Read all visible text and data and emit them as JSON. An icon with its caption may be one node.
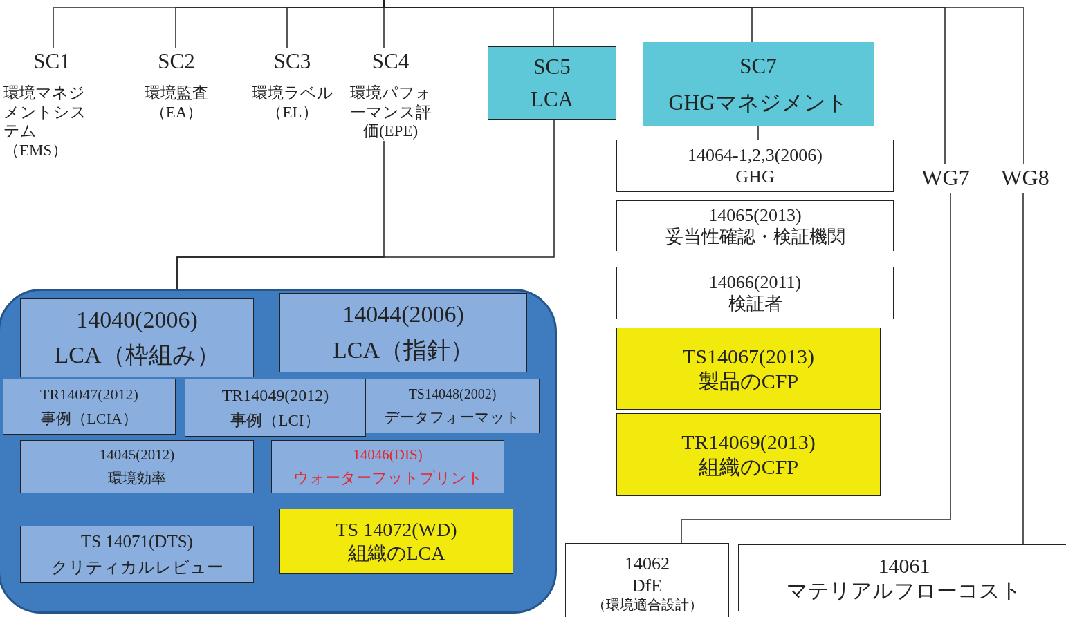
{
  "diagram": {
    "nodes": [
      {
        "text": [
          "SC1",
          "環境マネジメントシステム（EMS）"
        ]
      },
      {
        "text": [
          "SC2",
          "環境監査（EA）"
        ]
      },
      {
        "text": [
          "SC3",
          "環境ラベル（EL）"
        ]
      },
      {
        "text": [
          "SC4",
          "環境パフォーマンス評価(EPE)"
        ]
      },
      {
        "text": [
          "SC5",
          "LCA"
        ]
      },
      {
        "text": [
          "SC7",
          "GHGマネジメント"
        ]
      },
      {
        "text": [
          "WG7"
        ]
      },
      {
        "text": [
          "WG8"
        ]
      },
      {
        "text": [
          "14064-1,2,3(2006)",
          "GHG"
        ]
      },
      {
        "text": [
          "14065(2013)",
          "妥当性確認・検証機関"
        ]
      },
      {
        "text": [
          "14066(2011)",
          "検証者"
        ]
      },
      {
        "text": [
          "TS14067(2013)",
          "製品のCFP"
        ]
      },
      {
        "text": [
          "TR14069(2013)",
          "組織のCFP"
        ]
      },
      {
        "text": [],
        "shape": "box"
      },
      {
        "text": [
          "14040(2006)",
          "LCA（枠組み）"
        ],
        "in": 13
      },
      {
        "text": [
          "14044(2006)",
          "LCA（指針）"
        ],
        "in": 13
      },
      {
        "text": [
          "TR14047(2012)",
          "事例（LCIA）"
        ],
        "in": 13
      },
      {
        "text": [
          "TR14049(2012)",
          "事例（LCI）"
        ],
        "in": 13
      },
      {
        "text": [
          "TS14048(2002)",
          "データフォーマット"
        ],
        "in": 13
      },
      {
        "text": [
          "14045(2012)",
          "環境効率"
        ],
        "in": 13
      },
      {
        "text": [
          "14046(DIS)",
          "ウォーターフットプリント"
        ],
        "in": 13
      },
      {
        "text": [
          "TS 14071(DTS)",
          "クリティカルレビュー"
        ],
        "in": 13
      },
      {
        "text": [
          "TS 14072(WD)",
          "組織のLCA"
        ],
        "in": 13
      },
      {
        "text": [
          "14062",
          "DfE",
          "（環境適合設計）"
        ]
      },
      {
        "text": [
          "14061",
          "マテリアルフローコスト"
        ]
      }
    ],
    "edges": [
      {
        "from": null,
        "to": 0,
        "arrow": "none"
      },
      {
        "from": null,
        "to": 1,
        "arrow": "none"
      },
      {
        "from": null,
        "to": 2,
        "arrow": "none"
      },
      {
        "from": null,
        "to": 3,
        "arrow": "none"
      },
      {
        "from": null,
        "to": 4,
        "arrow": "none"
      },
      {
        "from": null,
        "to": 5,
        "arrow": "none"
      },
      {
        "from": null,
        "to": 6,
        "arrow": "none"
      },
      {
        "from": null,
        "to": 7,
        "arrow": "none"
      },
      {
        "from": 5,
        "to": 8,
        "arrow": "none"
      },
      {
        "from": 3,
        "to": 13,
        "arrow": "none"
      },
      {
        "from": 4,
        "to": 13,
        "arrow": "none"
      },
      {
        "from": 6,
        "to": 23,
        "arrow": "none"
      },
      {
        "from": 7,
        "to": 24,
        "arrow": "none"
      }
    ]
  }
}
